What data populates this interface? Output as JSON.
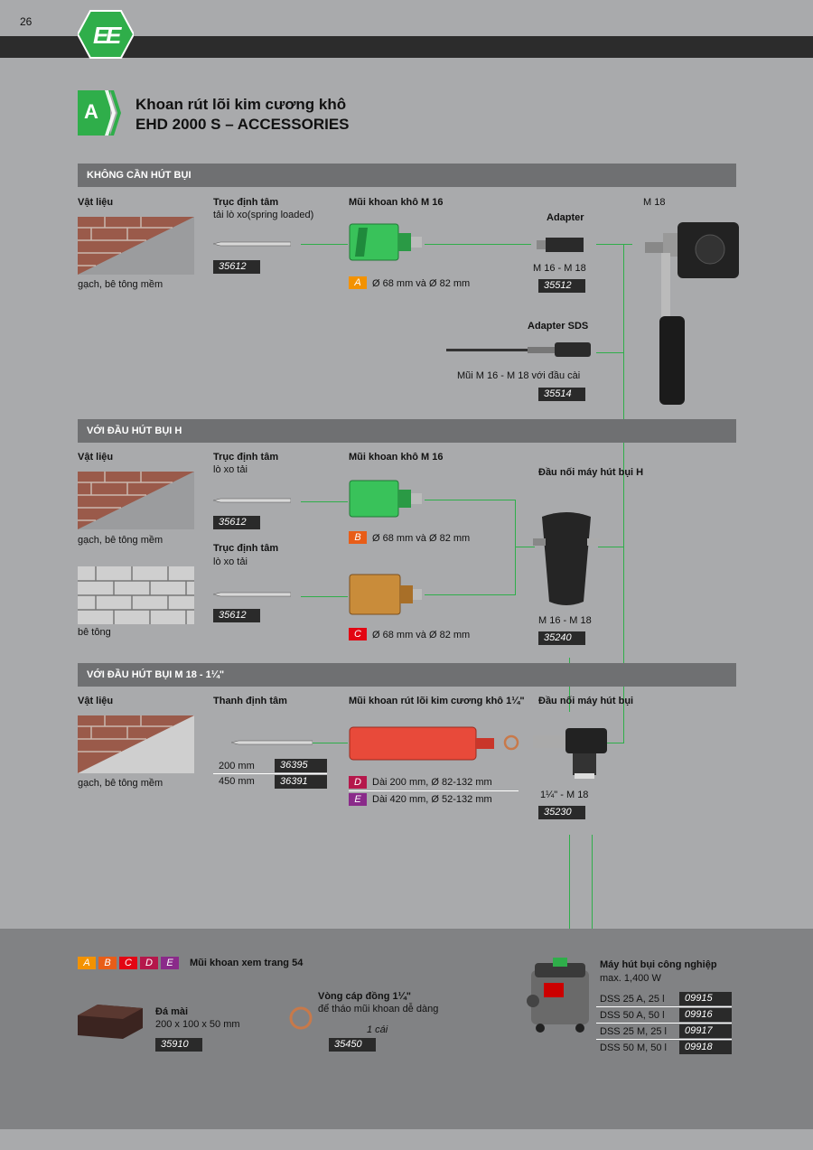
{
  "page_number": "26",
  "header": {
    "badge_letter": "A",
    "title_line1": "Khoan rút lõi kim cương khô",
    "title_line2": "EHD 2000 S – ACCESSORIES"
  },
  "sections": {
    "s1": {
      "title": "KHÔNG CẦN HÚT BỤI",
      "material_label": "Vật liệu",
      "material_caption": "gạch, bê tông mềm",
      "center_label": "Trục định tâm",
      "center_sub": "tải lò xo(spring loaded)",
      "center_code": "35612",
      "bit_label": "Mũi khoan khô M 16",
      "bit_badge": "A",
      "bit_spec": "Ø 68 mm và Ø 82 mm",
      "adapter_label": "Adapter",
      "adapter_thread": "M 16 - M 18",
      "adapter_code": "35512",
      "sds_label": "Adapter SDS",
      "sds_desc": "Mũi M 16 - M 18 với đầu cài",
      "sds_code": "35514",
      "machine_thread": "M 18"
    },
    "s2": {
      "title": "VỚI ĐẦU HÚT BỤI H",
      "material_label": "Vật liệu",
      "material1_caption": "gạch, bê tông mềm",
      "material2_caption": "bê tông",
      "center1_label": "Trục định tâm",
      "center1_sub": "lò xo tải",
      "center1_code": "35612",
      "center2_label": "Trục định tâm",
      "center2_sub": "lò xo tải",
      "center2_code": "35612",
      "bit_label": "Mũi khoan khô M 16",
      "bit1_badge": "B",
      "bit1_spec": "Ø 68 mm và Ø 82 mm",
      "bit2_badge": "C",
      "bit2_spec": "Ø 68 mm và Ø 82 mm",
      "conn_label": "Đầu nối máy hút bụi H",
      "conn_thread": "M 16 - M 18",
      "conn_code": "35240"
    },
    "s3": {
      "title": "VỚI ĐẦU HÚT BỤI M 18 - 1¼\"",
      "material_label": "Vật liệu",
      "material_caption": "gạch, bê tông mềm",
      "rod_label": "Thanh định tâm",
      "rod_rows": [
        {
          "len": "200 mm",
          "code": "36395"
        },
        {
          "len": "450 mm",
          "code": "36391"
        }
      ],
      "bit_label": "Mũi khoan rút lõi kim cương khô 1¼\"",
      "bit_rows": [
        {
          "badge": "D",
          "spec": "Dài 200 mm, Ø 82-132 mm"
        },
        {
          "badge": "E",
          "spec": "Dài 420 mm, Ø 52-132 mm"
        }
      ],
      "conn_label": "Đầu nối máy hút bụi",
      "conn_thread": "1¼\" - M 18",
      "conn_code": "35230"
    }
  },
  "footer": {
    "badges": [
      "A",
      "B",
      "C",
      "D",
      "E"
    ],
    "badges_note": "Mũi khoan xem trang 54",
    "stone_label": "Đá mài",
    "stone_size": "200 x 100 x 50 mm",
    "stone_code": "35910",
    "ring_label": "Vòng cáp đồng 1¼\"",
    "ring_sub": "để tháo mũi khoan dễ dàng",
    "ring_qty": "1 cái",
    "ring_code": "35450",
    "vac_label": "Máy hút bụi công nghiệp",
    "vac_power": "max. 1,400 W",
    "vac_rows": [
      {
        "model": "DSS 25 A, 25 l",
        "code": "09915"
      },
      {
        "model": "DSS 50 A, 50 l",
        "code": "09916"
      },
      {
        "model": "DSS 25 M, 25 l",
        "code": "09917"
      },
      {
        "model": "DSS 50 M, 50 l",
        "code": "09918"
      }
    ]
  },
  "colors": {
    "badge_A": "#f39200",
    "badge_B": "#e85d18",
    "badge_C": "#e30613",
    "badge_D": "#b5174b",
    "badge_E": "#8a2a8a",
    "line_green": "#2fae4a",
    "section_bar": "#6f7072"
  }
}
